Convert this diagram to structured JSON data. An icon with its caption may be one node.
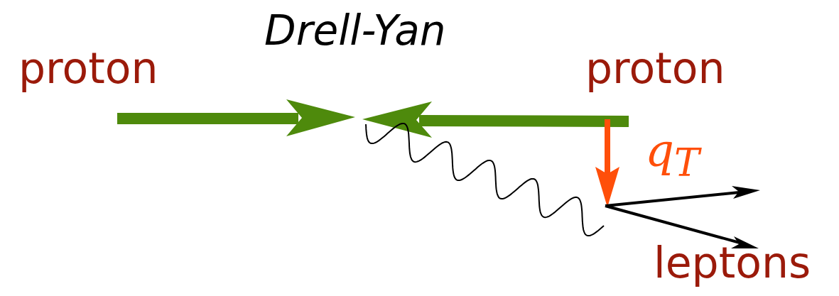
{
  "diagram": {
    "title": "Drell-Yan",
    "labels": [
      "proton",
      "proton",
      "q$_{T}$",
      "leptons"
    ]
  }
}
